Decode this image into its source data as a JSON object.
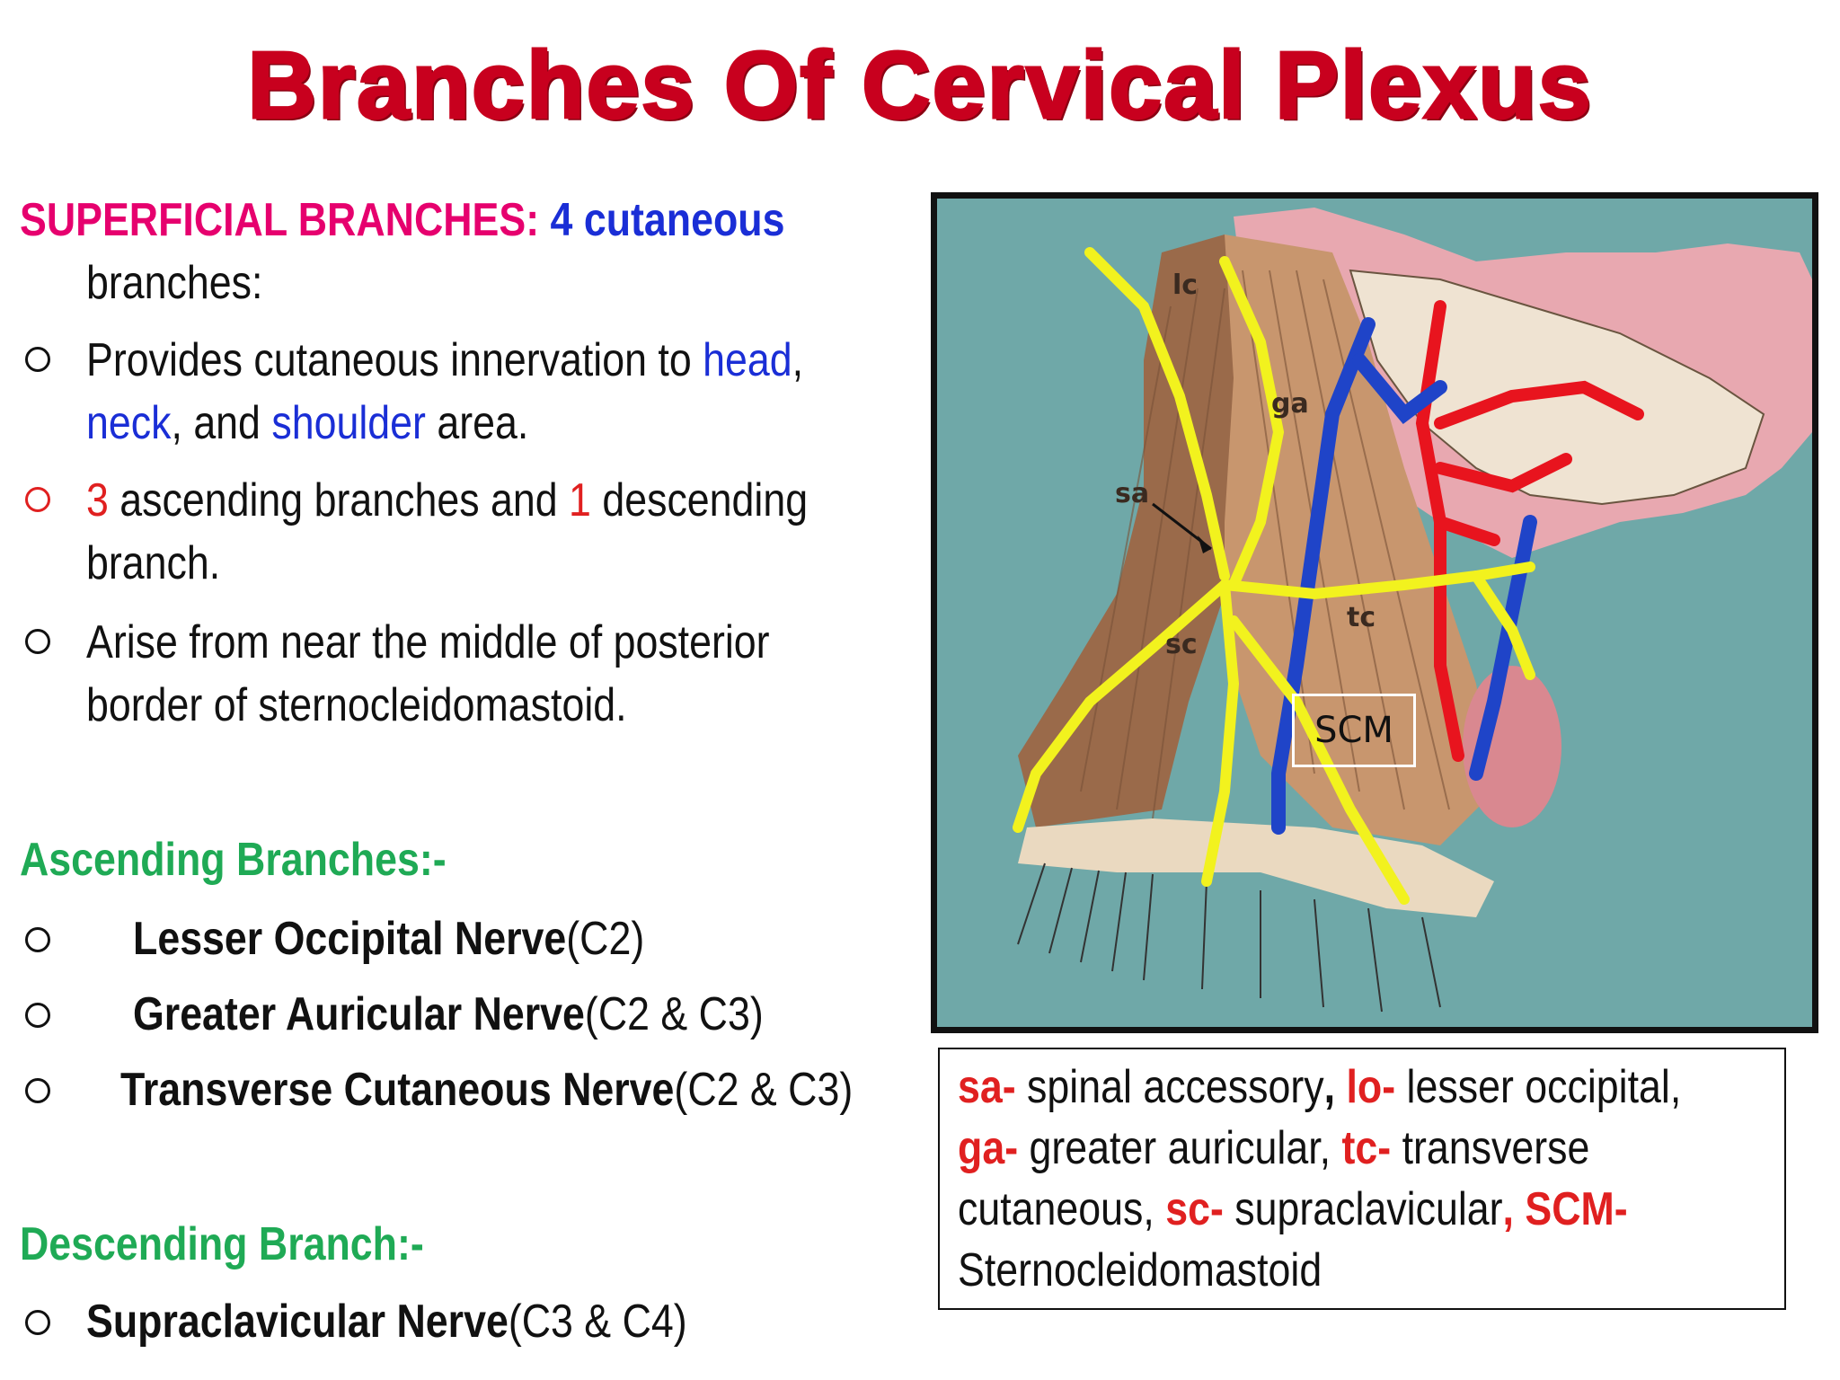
{
  "title": "Branches Of Cervical Plexus",
  "superficial": {
    "heading": "SUPERFICIAL BRANCHES:",
    "count": "4 cutaneous",
    "heading_tail": "branches:",
    "bullet1_prefix": " Provides cutaneous innervation to ",
    "bullet1_head": "head",
    "bullet1_comma": ",",
    "bullet1_neck": "neck",
    "bullet1_and": ", and ",
    "bullet1_shoulder": "shoulder",
    "bullet1_area": " area.",
    "bullet2_num1": "3",
    "bullet2_mid": " ascending branches and ",
    "bullet2_num2": "1",
    "bullet2_tail": " descending",
    "bullet2_line2": "branch.",
    "bullet3_line1": "Arise from near the middle of posterior",
    "bullet3_line2": "border of sternocleidomastoid."
  },
  "ascending": {
    "heading": "Ascending Branches:-",
    "items": [
      {
        "name": "Lesser Occipital Nerve",
        "roots": "(C2)"
      },
      {
        "name": "Greater Auricular Nerve",
        "roots": "(C2 & C3)"
      },
      {
        "name": "Transverse Cutaneous Nerve",
        "roots": "(C2 & C3)"
      }
    ]
  },
  "descending": {
    "heading": "Descending Branch:-",
    "items": [
      {
        "name": "Supraclavicular Nerve",
        "roots": "(C3 & C4)"
      }
    ]
  },
  "figure": {
    "labels": {
      "lc": "lc",
      "ga": "ga",
      "sa": "sa",
      "tc": "tc",
      "sc": "sc"
    },
    "scm_label": "SCM"
  },
  "legend": {
    "sa_key": "sa-",
    "sa_val": " spinal accessory",
    "lo_key": "lo-",
    "lo_val": " lesser occipital,",
    "ga_key": "ga-",
    "ga_val": " greater auricular, ",
    "tc_key": "tc-",
    "tc_val": " transverse",
    "cut": "cutaneous, ",
    "sc_key": "sc-",
    "sc_val": " supraclavicular",
    "scm_key": "SCM-",
    "scm_val": "Sternocleidomastoid"
  },
  "colors": {
    "title": "#c8001e",
    "nerve": "#f2f21e",
    "vein": "#1f44c8",
    "artery": "#e8141e",
    "background_teal": "#6fa8a8"
  }
}
